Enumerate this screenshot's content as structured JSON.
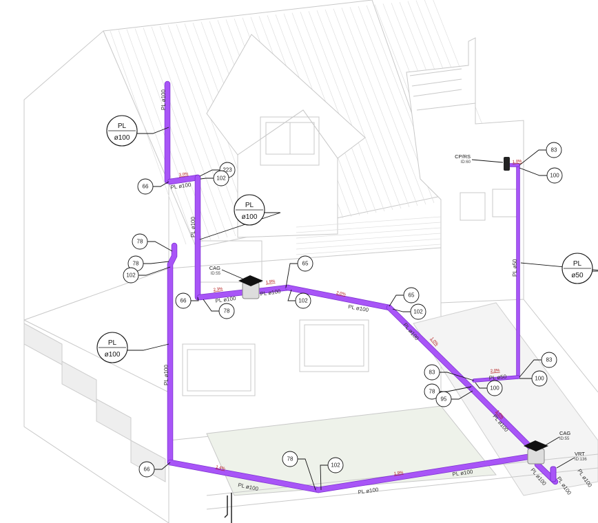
{
  "drawing": {
    "material_labels": [
      {
        "top": "PL",
        "bottom": "ø100"
      },
      {
        "top": "PL",
        "bottom": "ø100"
      },
      {
        "top": "PL",
        "bottom": "ø100"
      },
      {
        "top": "PL",
        "bottom": "ø50"
      }
    ],
    "callout_numbers": [
      "223",
      "102",
      "66",
      "78",
      "78",
      "102",
      "66",
      "78",
      "65",
      "102",
      "65",
      "102",
      "83",
      "100",
      "83",
      "100",
      "83",
      "100",
      "78",
      "95",
      "66",
      "78",
      "102"
    ],
    "pipe_labels": [
      "PL ø100",
      "PL ø100",
      "PL ø100",
      "PL ø100",
      "PL ø100",
      "PL ø100",
      "PL ø100",
      "PL ø100",
      "PL ø100",
      "PL ø100",
      "PL ø100",
      "PL ø50",
      "PL ø50",
      "PL ø100",
      "PL ø100",
      "PL ø100",
      "PL ø100"
    ],
    "slopes": [
      "3.0%",
      "2.3%",
      "1.9%",
      "2.0%",
      "1.0%",
      "1.0%",
      "2.0%",
      "1.0%",
      "1.4%",
      "1.9%"
    ],
    "fixtures": [
      {
        "name": "CAG",
        "id": "ID:55"
      },
      {
        "name": "CP/RS",
        "id": "ID:60"
      },
      {
        "name": "CAG",
        "id": "ID:55"
      },
      {
        "name": "VRT",
        "id": "ID:136"
      }
    ],
    "colors": {
      "pipe": "#a855f7",
      "slope": "#b01010",
      "outline": "#c8c8c8"
    }
  }
}
